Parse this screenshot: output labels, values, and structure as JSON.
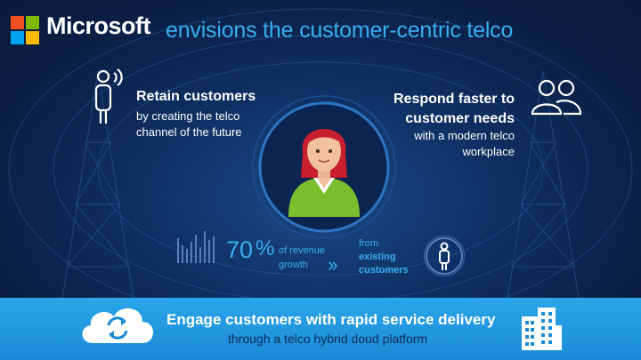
{
  "header": {
    "brand": "Microsoft",
    "tagline": "envisions the customer-centric telco"
  },
  "retain": {
    "title": "Retain customers",
    "text": "by creating the telco channel of the future"
  },
  "respond": {
    "title": "Respond faster to customer needs",
    "text": "with a modern telco workplace"
  },
  "stat": {
    "number": "70",
    "unit": "%",
    "text": "of revenue growth",
    "arrow": "››",
    "from": "from",
    "source": "existing customers"
  },
  "engage": {
    "title": "Engage customers with rapid service delivery",
    "text": "through a telco hybrid doud platform"
  },
  "icons": {
    "person_signal": "person-signal-icon",
    "people": "people-icon",
    "avatar": "customer-avatar-icon",
    "bars": "signal-bars-icon",
    "person_circle": "person-circle-icon",
    "cloud": "cloud-sync-icon",
    "building": "building-icon"
  },
  "colors": {
    "accent": "#38aef0",
    "background": "#0f2f62",
    "band": "#2aa6ea",
    "logo_red": "#f25022",
    "logo_green": "#7fba00",
    "logo_blue": "#00a4ef",
    "logo_yellow": "#ffb900"
  }
}
